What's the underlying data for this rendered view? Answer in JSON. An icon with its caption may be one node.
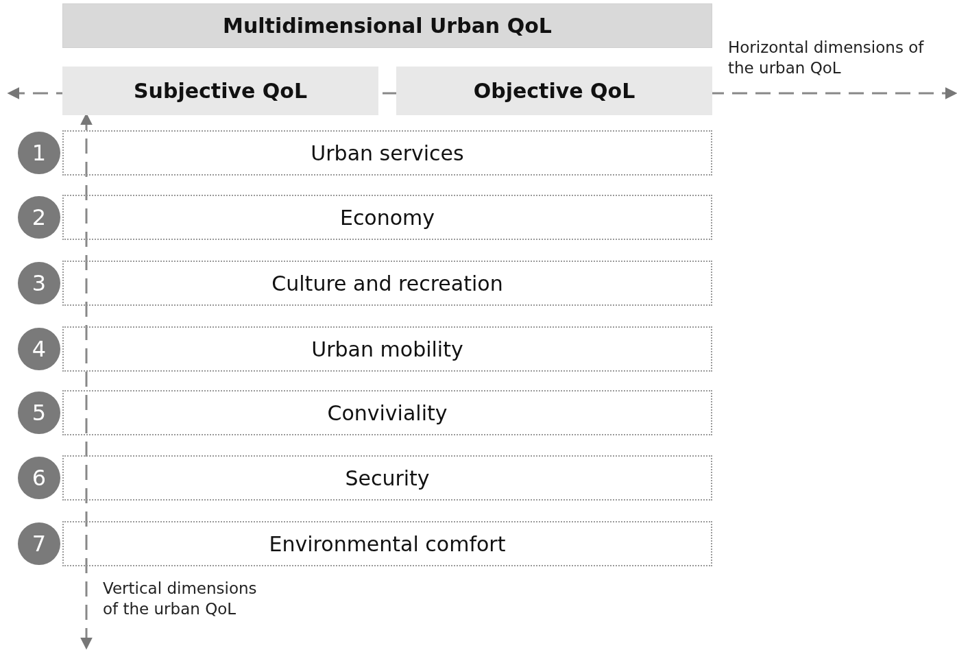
{
  "diagram": {
    "nodes": [
      {
        "text": [
          "Multidimensional Urban QoL"
        ]
      },
      {
        "text": [
          "Subjective QoL"
        ]
      },
      {
        "text": [
          "Objective QoL"
        ]
      },
      {
        "text": [
          "1"
        ]
      },
      {
        "text": [
          "Urban services"
        ]
      },
      {
        "text": [
          "2"
        ]
      },
      {
        "text": [
          "Economy"
        ]
      },
      {
        "text": [
          "3"
        ]
      },
      {
        "text": [
          "Culture and recreation"
        ]
      },
      {
        "text": [
          "4"
        ]
      },
      {
        "text": [
          "Urban mobility"
        ]
      },
      {
        "text": [
          "5"
        ]
      },
      {
        "text": [
          "Conviviality"
        ]
      },
      {
        "text": [
          "6"
        ]
      },
      {
        "text": [
          "Security"
        ]
      },
      {
        "text": [
          "7"
        ]
      },
      {
        "text": [
          "Environmental comfort"
        ]
      }
    ],
    "labels": [
      "Horizontal dimensions of the urban QoL",
      "Vertical dimensions of the urban QoL"
    ]
  }
}
